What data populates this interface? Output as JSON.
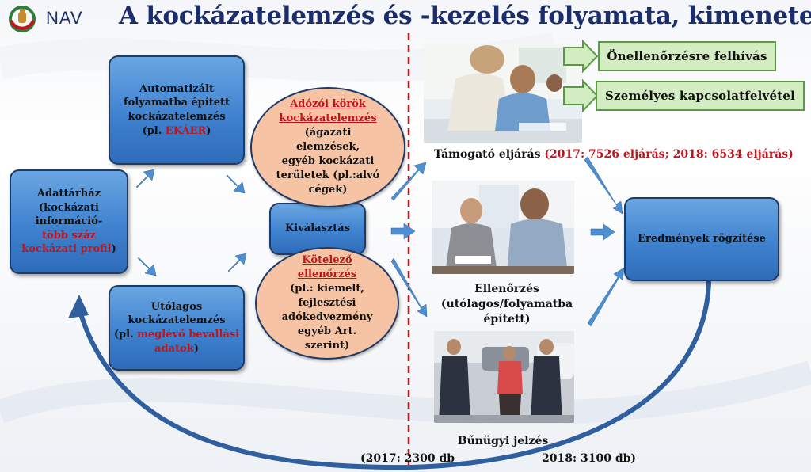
{
  "header": {
    "logo_text": "NAV",
    "title": "A kockázatelemzés és -kezelés folyamata, kimenetele"
  },
  "boxes": {
    "adattarhaz": {
      "line1": "Adattárház",
      "line2": "(kockázati",
      "line3": "információ-",
      "line4_red": "több száz",
      "line5_red": "kockázati profil",
      "line5_end": ")"
    },
    "automatizalt": {
      "line1": "Automatizált",
      "line2": "folyamatba épített",
      "line3": "kockázatelemzés",
      "line4_pre": "(pl. ",
      "line4_red": "EKÁER",
      "line4_post": ")"
    },
    "utolagos": {
      "line1": "Utólagos",
      "line2": "kockázatelemzés",
      "line3_pre": "(pl. ",
      "line3_red": "meglévő bevallási",
      "line4_red": "adatok",
      "line4_post": ")"
    },
    "kivalasztas": {
      "label": "Kiválasztás"
    },
    "eredmenyek": {
      "label": "Eredmények rögzítése"
    }
  },
  "ellipses": {
    "adozoi": {
      "line1": "Adózói körök",
      "line2": "kockázatelemzés",
      "line3": "(ágazati",
      "line4": "elemzések,",
      "line5": "egyéb kockázati",
      "line6": "területek (pl.:alvó",
      "line7": "cégek)"
    },
    "kotelezo": {
      "line1": "Kötelező",
      "line2": "ellenőrzés",
      "line3": "(pl.: kiemelt,",
      "line4": "fejlesztési",
      "line5": "adókedvezmény",
      "line6": "egyéb Art.",
      "line7": "szerint)"
    }
  },
  "outcomes": {
    "onellenorzes": "Önellenőrzésre felhívás",
    "szemelyes": "Személyes kapcsolatfelvétel"
  },
  "captions": {
    "tamogato_label": "Támogató eljárás",
    "tamogato_stats": "(2017:  7526 eljárás;  2018:  6534 eljárás)",
    "ellenorzes_line1": "Ellenőrzés",
    "ellenorzes_line2": "(utólagos/folyamatba",
    "ellenorzes_line3": "épített)",
    "bunugyi": "Bűnügyi jelzés",
    "stat_2017": "(2017: 2300 db",
    "stat_2018": "2018: 3100 db)"
  },
  "colors": {
    "title": "#1b2d6b",
    "box_blue": "#3f82cf",
    "salmon": "#f6c4a4",
    "green": "#d3ecc2",
    "accent_red": "#c0141b",
    "arrow": "#4d8fd0"
  }
}
